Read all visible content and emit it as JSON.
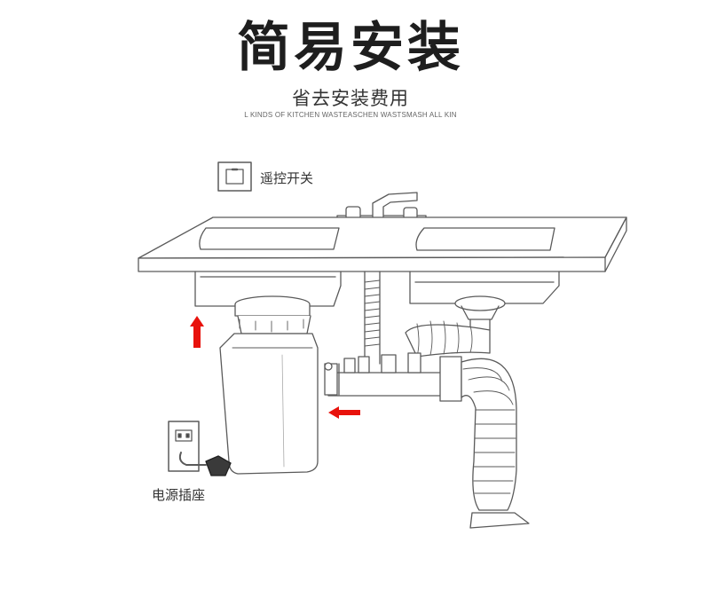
{
  "header": {
    "title": "简易安装",
    "subtitle": "省去安装费用",
    "tagline": "L KINDS OF KITCHEN WASTEASCHEN WASTSMASH ALL KIN"
  },
  "labels": {
    "remote_switch": "遥控开关",
    "power_socket": "电源插座"
  },
  "colors": {
    "arrow": "#e8120c",
    "line": "#5a5a5a"
  }
}
